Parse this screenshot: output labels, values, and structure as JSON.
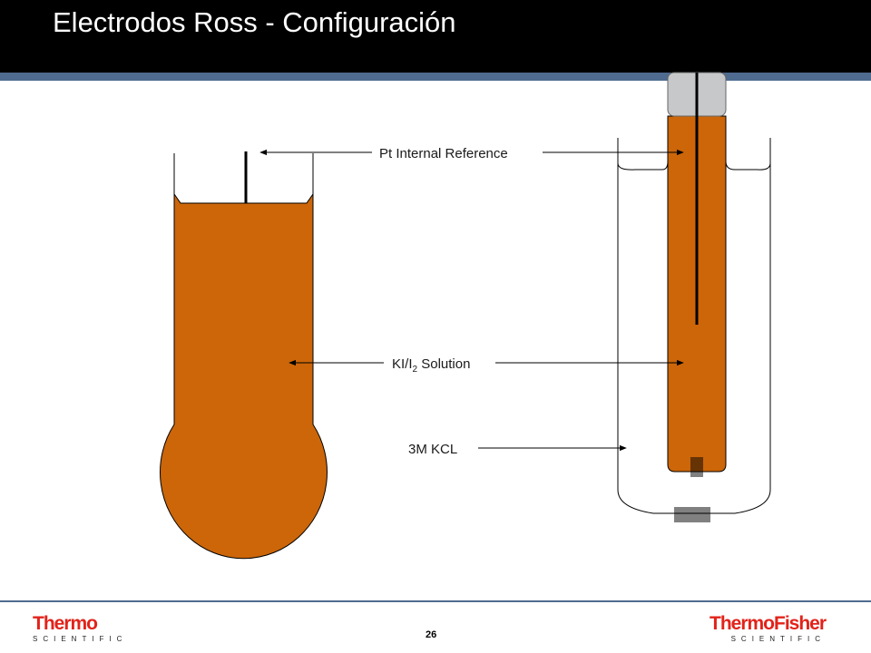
{
  "slide": {
    "title": "Electrodos Ross - Configuración",
    "page_number": "26"
  },
  "labels": {
    "pt_reference": "Pt Internal Reference",
    "solution_prefix": "KI/I",
    "solution_sub": "2",
    "solution_suffix": " Solution",
    "kcl": "3M KCL"
  },
  "logos": {
    "left_word": "Thermo",
    "left_sub": "SCIENTIFIC",
    "right_word": "ThermoFisher",
    "right_sub": "SCIENTIFIC"
  },
  "colors": {
    "fill_solution": "#cc6609",
    "header": "#000000",
    "stripe": "#4f6b8f",
    "brand_red": "#e2231a"
  }
}
